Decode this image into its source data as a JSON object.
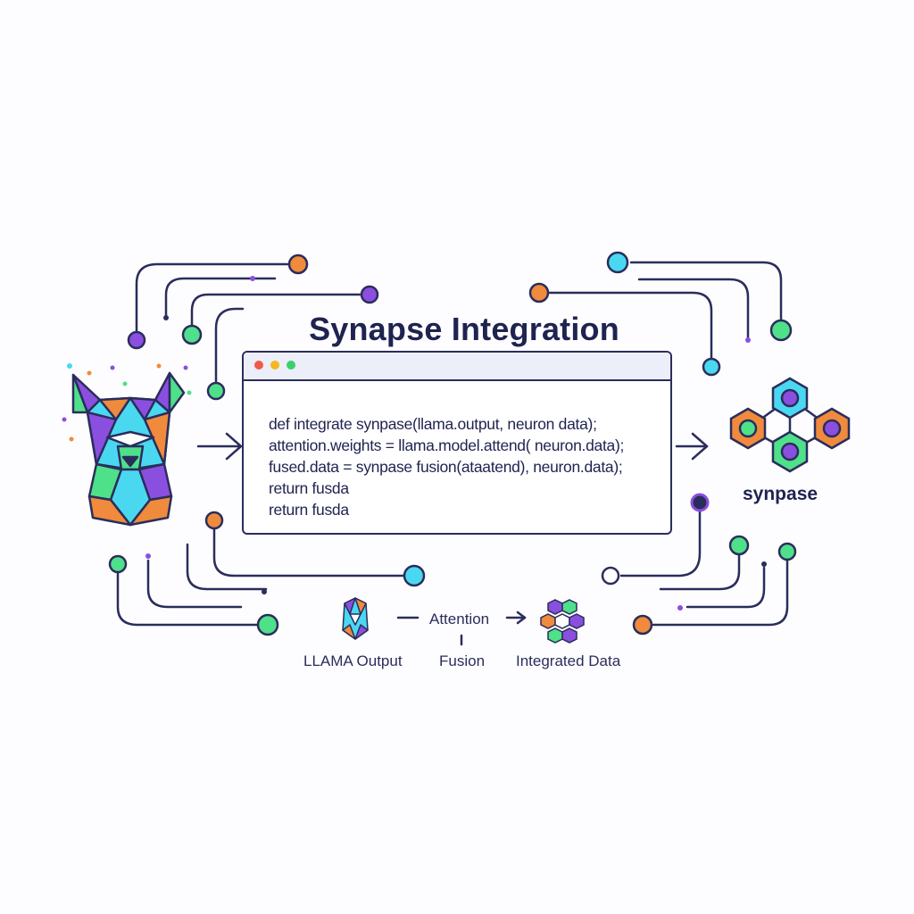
{
  "diagram": {
    "title": "Synapse Integration",
    "code_lines": [
      "def integrate synpase(llama.output, neuron data);",
      "attention.weights = llama.model.attend( neuron.data);",
      "fused.data = synpase fusion(ataatend), neuron.data);",
      "return fusda",
      "return fusda"
    ],
    "right_label": "synpase",
    "flow": {
      "llama_output": "LLAMA Output",
      "attention": "Attention",
      "fusion": "Fusion",
      "integrated_data": "Integrated Data"
    }
  },
  "colors": {
    "ink": "#2a2d5c",
    "purple": "#8b4fe0",
    "orange": "#f08a3c",
    "green": "#4fe08a",
    "cyan": "#4ad8f0",
    "teal": "#38d6b4"
  }
}
